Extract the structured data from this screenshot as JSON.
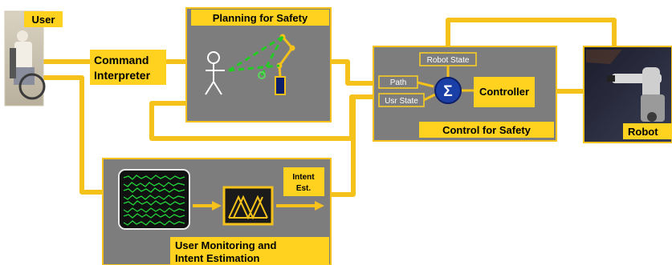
{
  "colors": {
    "wire": "#f5c21b",
    "label_bg": "#ffd21f",
    "panel": "#7d7d7d",
    "dark_blue": "#0c1f6b",
    "sigma_blue": "#1a3fa6",
    "signal_green": "#22d63a",
    "trajectory_green": "#22cc22"
  },
  "user": {
    "label": "User"
  },
  "command": {
    "label_line1": "Command",
    "label_line2": "Interpreter"
  },
  "planning": {
    "label": "Planning for Safety"
  },
  "control": {
    "label": "Control for Safety",
    "robot_state": "Robot State",
    "path": "Path",
    "usr_state": "Usr State",
    "sigma": "Σ",
    "controller": "Controller"
  },
  "robot": {
    "label": "Robot"
  },
  "monitoring": {
    "label_line1": "User Monitoring and",
    "label_line2": "Intent Estimation",
    "intent_line1": "Intent",
    "intent_line2": "Est."
  }
}
